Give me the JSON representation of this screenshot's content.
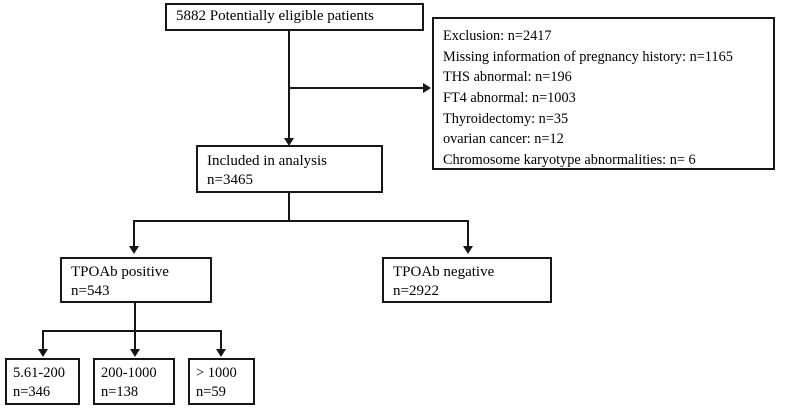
{
  "figure": {
    "type": "patient-selection-flowchart",
    "orientation": "top-down",
    "line_color": "#161616",
    "box_fill": "#ffffff"
  },
  "nodes": {
    "eligible": {
      "text": "5882  Potentially eligible patients",
      "count": 5882
    },
    "exclusion": {
      "lines": [
        "Exclusion: n=2417",
        "Missing information of pregnancy history: n=1165",
        "THS abnormal: n=196",
        "FT4 abnormal: n=1003",
        "Thyroidectomy: n=35",
        "ovarian cancer: n=12",
        "Chromosome karyotype abnormalities: n= 6"
      ]
    },
    "included": {
      "title": "Included in analysis",
      "count_label": "n=3465"
    },
    "tpoab_positive": {
      "title": "TPOAb positive",
      "count_label": "n=543"
    },
    "tpoab_negative": {
      "title": "TPOAb negative",
      "count_label": "n=2922"
    },
    "band_low": {
      "title": "5.61-200",
      "count_label": "n=346"
    },
    "band_mid": {
      "title": "200-1000",
      "count_label": "n=138"
    },
    "band_high": {
      "title": "> 1000",
      "count_label": "n=59"
    }
  },
  "chart_data": {
    "type": "table",
    "title": "Study participant flow",
    "categories": [
      "Potentially eligible",
      "Excluded",
      "Included in analysis",
      "TPOAb positive",
      "TPOAb negative",
      "TPOAb 5.61-200",
      "TPOAb 200-1000",
      "TPOAb > 1000"
    ],
    "values": [
      5882,
      2417,
      3465,
      543,
      2922,
      346,
      138,
      59
    ],
    "exclusion_breakdown": {
      "categories": [
        "Missing information of pregnancy history",
        "THS abnormal",
        "FT4 abnormal",
        "Thyroidectomy",
        "ovarian cancer",
        "Chromosome karyotype abnormalities"
      ],
      "values": [
        1165,
        196,
        1003,
        35,
        12,
        6
      ]
    }
  }
}
